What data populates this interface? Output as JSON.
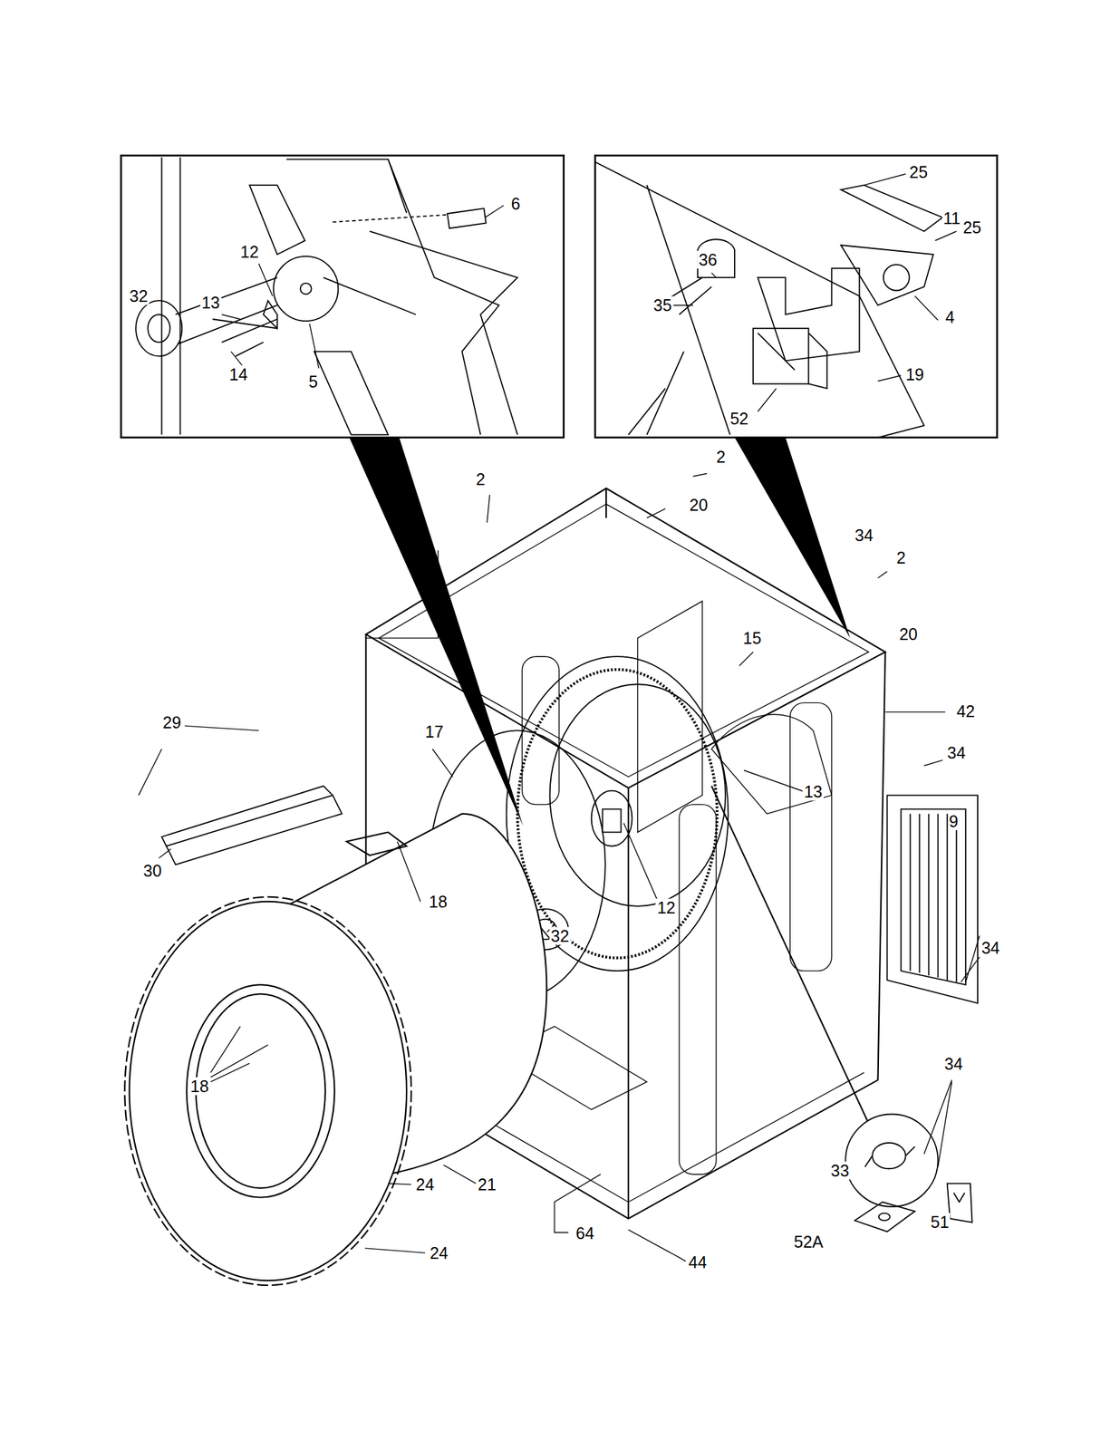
{
  "diagram": {
    "labels": [
      "6",
      "12",
      "32",
      "13",
      "14",
      "5",
      "25",
      "11",
      "25",
      "36",
      "35",
      "4",
      "19",
      "52",
      "2",
      "2",
      "20",
      "34",
      "2",
      "20",
      "15",
      "42",
      "29",
      "17",
      "34",
      "13",
      "9",
      "30",
      "18",
      "12",
      "32",
      "34",
      "34",
      "18",
      "33",
      "24",
      "21",
      "51",
      "52A",
      "64",
      "24",
      "44"
    ]
  }
}
